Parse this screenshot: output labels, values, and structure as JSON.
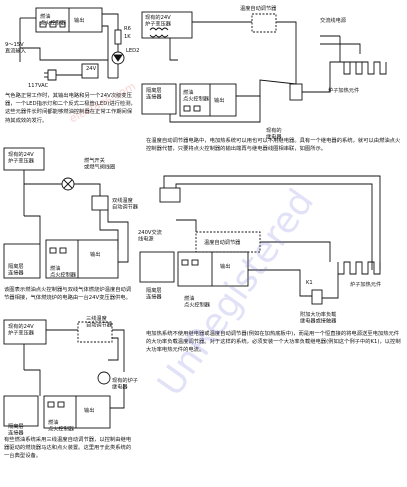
{
  "d1": {
    "ignitor": "燃油\n点火控制器",
    "output": "输出",
    "r6": "R6",
    "r6val": "1K",
    "led": "LED2",
    "v24": "24V",
    "dc_in": "9～15V\n直流输入",
    "ac": "117VAC",
    "desc": "气色路正常工作时，其输出电路和另一个24V次级变压器，一个LED指示灯和二个反式二极管(LED)进行检测，这些元器件长时间都能够燃油控制器在正常工作期间保持其成效的发行。"
  },
  "d2": {
    "transformer": "现有的24V\n炉子变压器",
    "thermostat": "温度自动调节器",
    "ac_source": "交流线电源",
    "isolator": "隔离层\n连接器",
    "ignitor": "燃油\n点火控制器",
    "output": "输出",
    "heater": "炉子加热元件",
    "existing_relay": "现有的\n继电器",
    "desc": "在温度自动调节器电路中，电加热系统可以用也可以不用继电器。具有一个继电器的系统，就可以由燃油点火控制器代替，只要将点火控制器的输出端再与继电器线圈相串联，如图所示。"
  },
  "d3": {
    "transformer": "现有的24V\n炉子变压器",
    "thermostat_label": "燃气开关\n或燃气阀线圈",
    "bimetal": "双线温度\n自动调节器",
    "isolator": "隔离层\n连接器",
    "ignitor": "燃油\n点火控制器",
    "output": "输出",
    "desc": "该图表示燃油点火控制器与双线气体燃烧炉温度自动调节器相接，气体燃烧炉的电路由一台24V变压器供电。"
  },
  "d4": {
    "thermostat": "温度自动调节器",
    "ac_source": "240V交流\n线电源",
    "isolator": "隔离层\n连接器",
    "ignitor": "燃油\n点火控制器",
    "output": "输出",
    "heater": "炉子加热元件",
    "k1": "K1",
    "relay_note": "附加大功率负载\n继电器或接触器",
    "desc": "电加热系统不使用继电器或温度自动调节器(例如在加热底板中)，而是用一个恒直接的将电源送至电加热元件的大功率负载温度调节器。对于这样的系统，必须安装一个大功率负载继电器(例如这个例子中的K1)，以控制大功率电热元件的电流。"
  },
  "d5": {
    "transformer": "现有的24V\n炉子变压器",
    "three_wire": "三线温度\n自动调节器",
    "existing_relay": "现有的炉子\n继电器",
    "isolator": "隔离层\n连接器",
    "ignitor": "燃油\n点火控制器",
    "output": "输出",
    "desc": "有些燃油系统采用三线温度自动调节器，以控制由继电器驱动的燃烧器马达和点火装置。这里用于此类系统的一台典型设备。"
  },
  "watermark1": "elecfans.com",
  "watermark2": "UnRegistered"
}
